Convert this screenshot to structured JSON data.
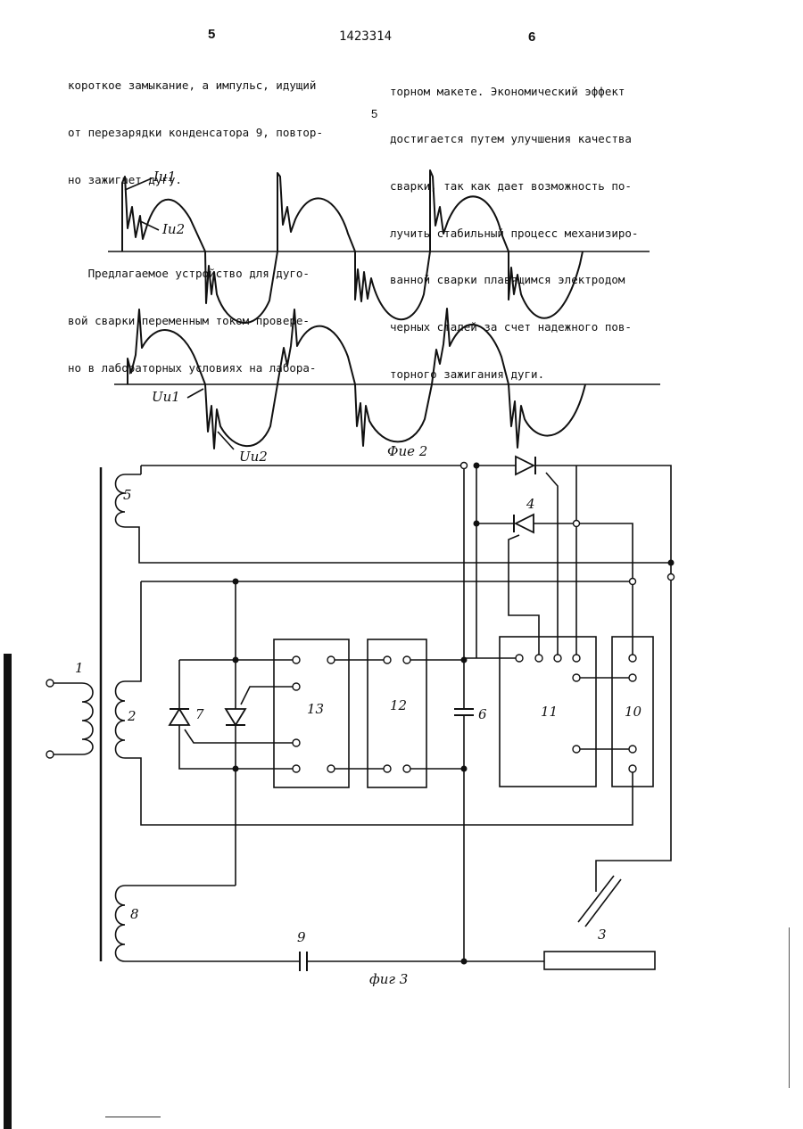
{
  "header": {
    "page_left": "5",
    "patent_number": "1423314",
    "page_right": "6",
    "margin_line_number": "5"
  },
  "text": {
    "left_column": [
      "короткое замыкание, а импульс, идущий",
      "от перезарядки конденсатора 9, повтор-",
      "но зажигает дугу.",
      "",
      "   Предлагаемое устройство для дуго-",
      "вой сварки переменным током проверe-",
      "но в лабораторных условиях на лабора-"
    ],
    "right_column": [
      "торном макете. Экономический эффект",
      "достигается путем улучшения качества",
      "сварки, так как дает возможность по-",
      "лучить стабильный процесс механизиро-",
      "ванной сварки плавящимся электродом",
      "черных сталей за счет надежного пов-",
      "торного зажигания дуги."
    ]
  },
  "figure2": {
    "caption": "Фие 2",
    "labels": {
      "i1": "Iи1",
      "i2": "Iи2",
      "u1": "Uи1",
      "u2": "Uи2"
    }
  },
  "figure3": {
    "caption": "фиг 3",
    "labels": {
      "c1": "1",
      "c2": "2",
      "c3": "3",
      "c4": "4",
      "c5": "5",
      "c6": "6",
      "c7": "7",
      "c8": "8",
      "c9": "9",
      "c10": "10",
      "c11": "11",
      "c12": "12",
      "c13": "13"
    }
  }
}
